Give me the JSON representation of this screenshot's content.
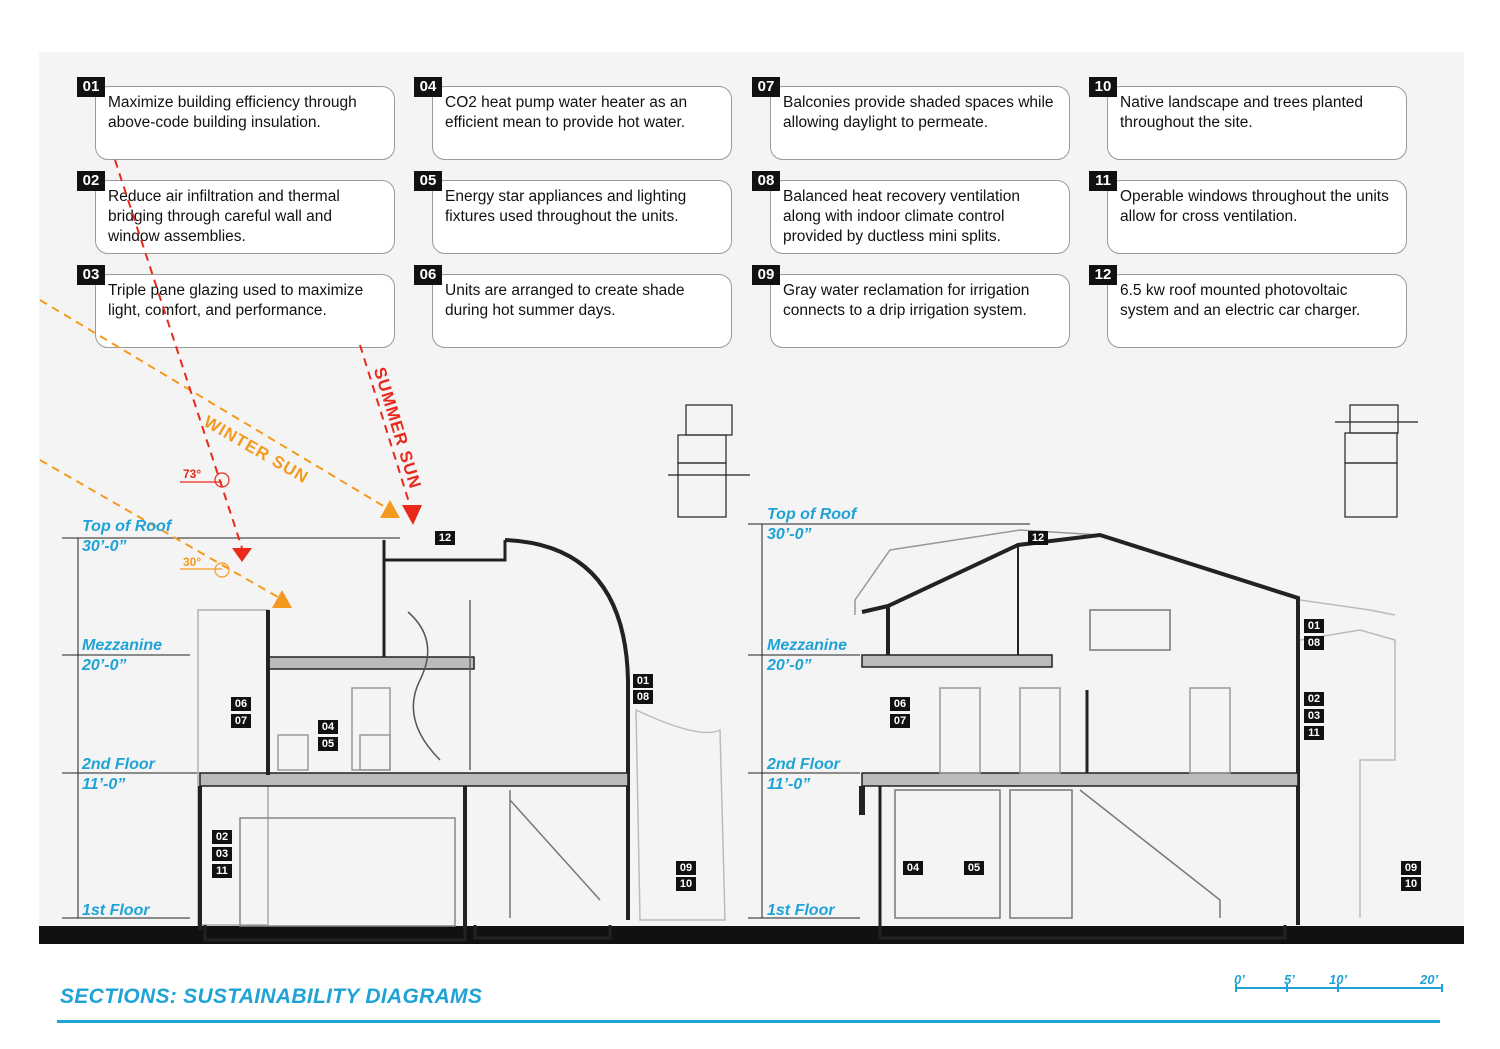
{
  "notes": [
    {
      "num": "01",
      "text": "Maximize building efficiency through above-code building insulation."
    },
    {
      "num": "02",
      "text": "Reduce air infiltration and thermal bridging through careful wall and window assemblies."
    },
    {
      "num": "03",
      "text": "Triple pane glazing used to maximize light, comfort, and performance."
    },
    {
      "num": "04",
      "text": "CO2 heat pump water heater as an efficient mean to provide hot water."
    },
    {
      "num": "05",
      "text": "Energy star appliances and lighting fixtures used throughout the units."
    },
    {
      "num": "06",
      "text": "Units are arranged to create shade during hot summer days."
    },
    {
      "num": "07",
      "text": "Balconies provide shaded spaces while allowing daylight to permeate."
    },
    {
      "num": "08",
      "text": "Balanced heat recovery ventilation along with indoor climate control provided by ductless mini splits."
    },
    {
      "num": "09",
      "text": "Gray water reclamation for irrigation connects to a drip irrigation system."
    },
    {
      "num": "10",
      "text": "Native landscape and trees planted throughout the site."
    },
    {
      "num": "11",
      "text": "Operable windows throughout the units allow for cross ventilation."
    },
    {
      "num": "12",
      "text": "6.5 kw roof mounted photovoltaic system and an electric car charger."
    }
  ],
  "levels_left": [
    {
      "name": "Top of Roof",
      "elev": "30’-0”"
    },
    {
      "name": "Mezzanine",
      "elev": "20’-0”"
    },
    {
      "name": "2nd Floor",
      "elev": "11’-0”"
    },
    {
      "name": "1st Floor",
      "elev": ""
    }
  ],
  "levels_right": [
    {
      "name": "Top of Roof",
      "elev": "30’-0”"
    },
    {
      "name": "Mezzanine",
      "elev": "20’-0”"
    },
    {
      "name": "2nd Floor",
      "elev": "11’-0”"
    },
    {
      "name": "1st Floor",
      "elev": ""
    }
  ],
  "sun": {
    "winter_label": "WINTER SUN",
    "summer_label": "SUMMER SUN",
    "summer_angle": "73°",
    "winter_angle": "30°",
    "winter_color": "#f39a1e",
    "summer_color": "#e8291c"
  },
  "tags_left": [
    "12",
    "06",
    "07",
    "04",
    "05",
    "01",
    "08",
    "02",
    "03",
    "11",
    "09",
    "10"
  ],
  "tags_right": [
    "12",
    "01",
    "08",
    "06",
    "07",
    "02",
    "03",
    "11",
    "04",
    "05",
    "09",
    "10"
  ],
  "footer": {
    "title": "SECTIONS: SUSTAINABILITY DIAGRAMS"
  },
  "scale": {
    "labels": [
      "0’",
      "5’",
      "10’",
      "20’"
    ]
  },
  "accent_color": "#1fa3d6"
}
